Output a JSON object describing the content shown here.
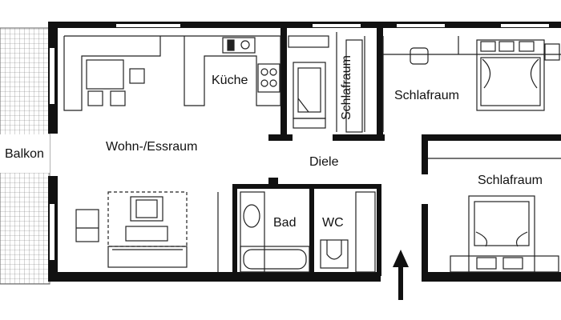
{
  "plan": {
    "rooms": {
      "balkon": "Balkon",
      "wohn": "Wohn-/Essraum",
      "kueche": "Küche",
      "schlaf_left": "Schlafraum",
      "schlaf_top": "Schlafraum",
      "schlaf_bottom": "Schlafraum",
      "diele": "Diele",
      "bad": "Bad",
      "wc": "WC"
    },
    "colors": {
      "walls": "#111111",
      "background": "#ffffff",
      "furniture": "#222222"
    },
    "icons": {
      "entrance": "entrance-arrow-icon"
    }
  }
}
